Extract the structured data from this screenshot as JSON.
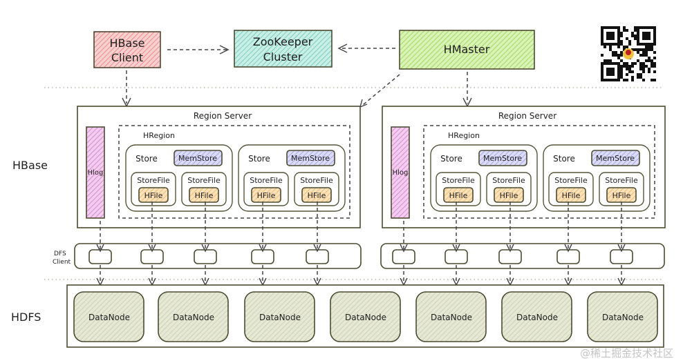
{
  "top": {
    "hbase_client": {
      "line1": "HBase",
      "line2": "Client",
      "color": "#f4a6a6"
    },
    "zookeeper": {
      "line1": "ZooKeeper",
      "line2": "Cluster",
      "color": "#9fdcd0"
    },
    "hmaster": {
      "label": "HMaster",
      "color": "#b5e27a"
    },
    "qr_code": "qr-code"
  },
  "layers": {
    "hbase": "HBase",
    "dfs_client_line1": "DFS",
    "dfs_client_line2": "Client",
    "hdfs": "HDFS"
  },
  "region_servers": [
    {
      "title": "Region Server",
      "hlog": "Hlog",
      "hregion": "HRegion",
      "stores": [
        {
          "label": "Store",
          "memstore": "MemStore",
          "storefiles": [
            {
              "label": "StoreFile",
              "hfile": "HFile"
            },
            {
              "label": "StoreFile",
              "hfile": "HFile"
            }
          ]
        },
        {
          "label": "Store",
          "memstore": "MemStore",
          "storefiles": [
            {
              "label": "StoreFile",
              "hfile": "HFile"
            },
            {
              "label": "StoreFile",
              "hfile": "HFile"
            }
          ]
        }
      ]
    },
    {
      "title": "Region Server",
      "hlog": "Hlog",
      "hregion": "HRegion",
      "stores": [
        {
          "label": "Store",
          "memstore": "MemStore",
          "storefiles": [
            {
              "label": "StoreFile",
              "hfile": "HFile"
            },
            {
              "label": "StoreFile",
              "hfile": "HFile"
            }
          ]
        },
        {
          "label": "Store",
          "memstore": "MemStore",
          "storefiles": [
            {
              "label": "StoreFile",
              "hfile": "HFile"
            },
            {
              "label": "StoreFile",
              "hfile": "HFile"
            }
          ]
        }
      ]
    }
  ],
  "datanodes": [
    "DataNode",
    "DataNode",
    "DataNode",
    "DataNode",
    "DataNode",
    "DataNode",
    "DataNode"
  ],
  "colors": {
    "hlog": "#e6a3e0",
    "memstore": "#c2c4f2",
    "hfile": "#f5c98a",
    "datanode": "#dcdfc6"
  },
  "watermark": "@稀土掘金技术社区"
}
